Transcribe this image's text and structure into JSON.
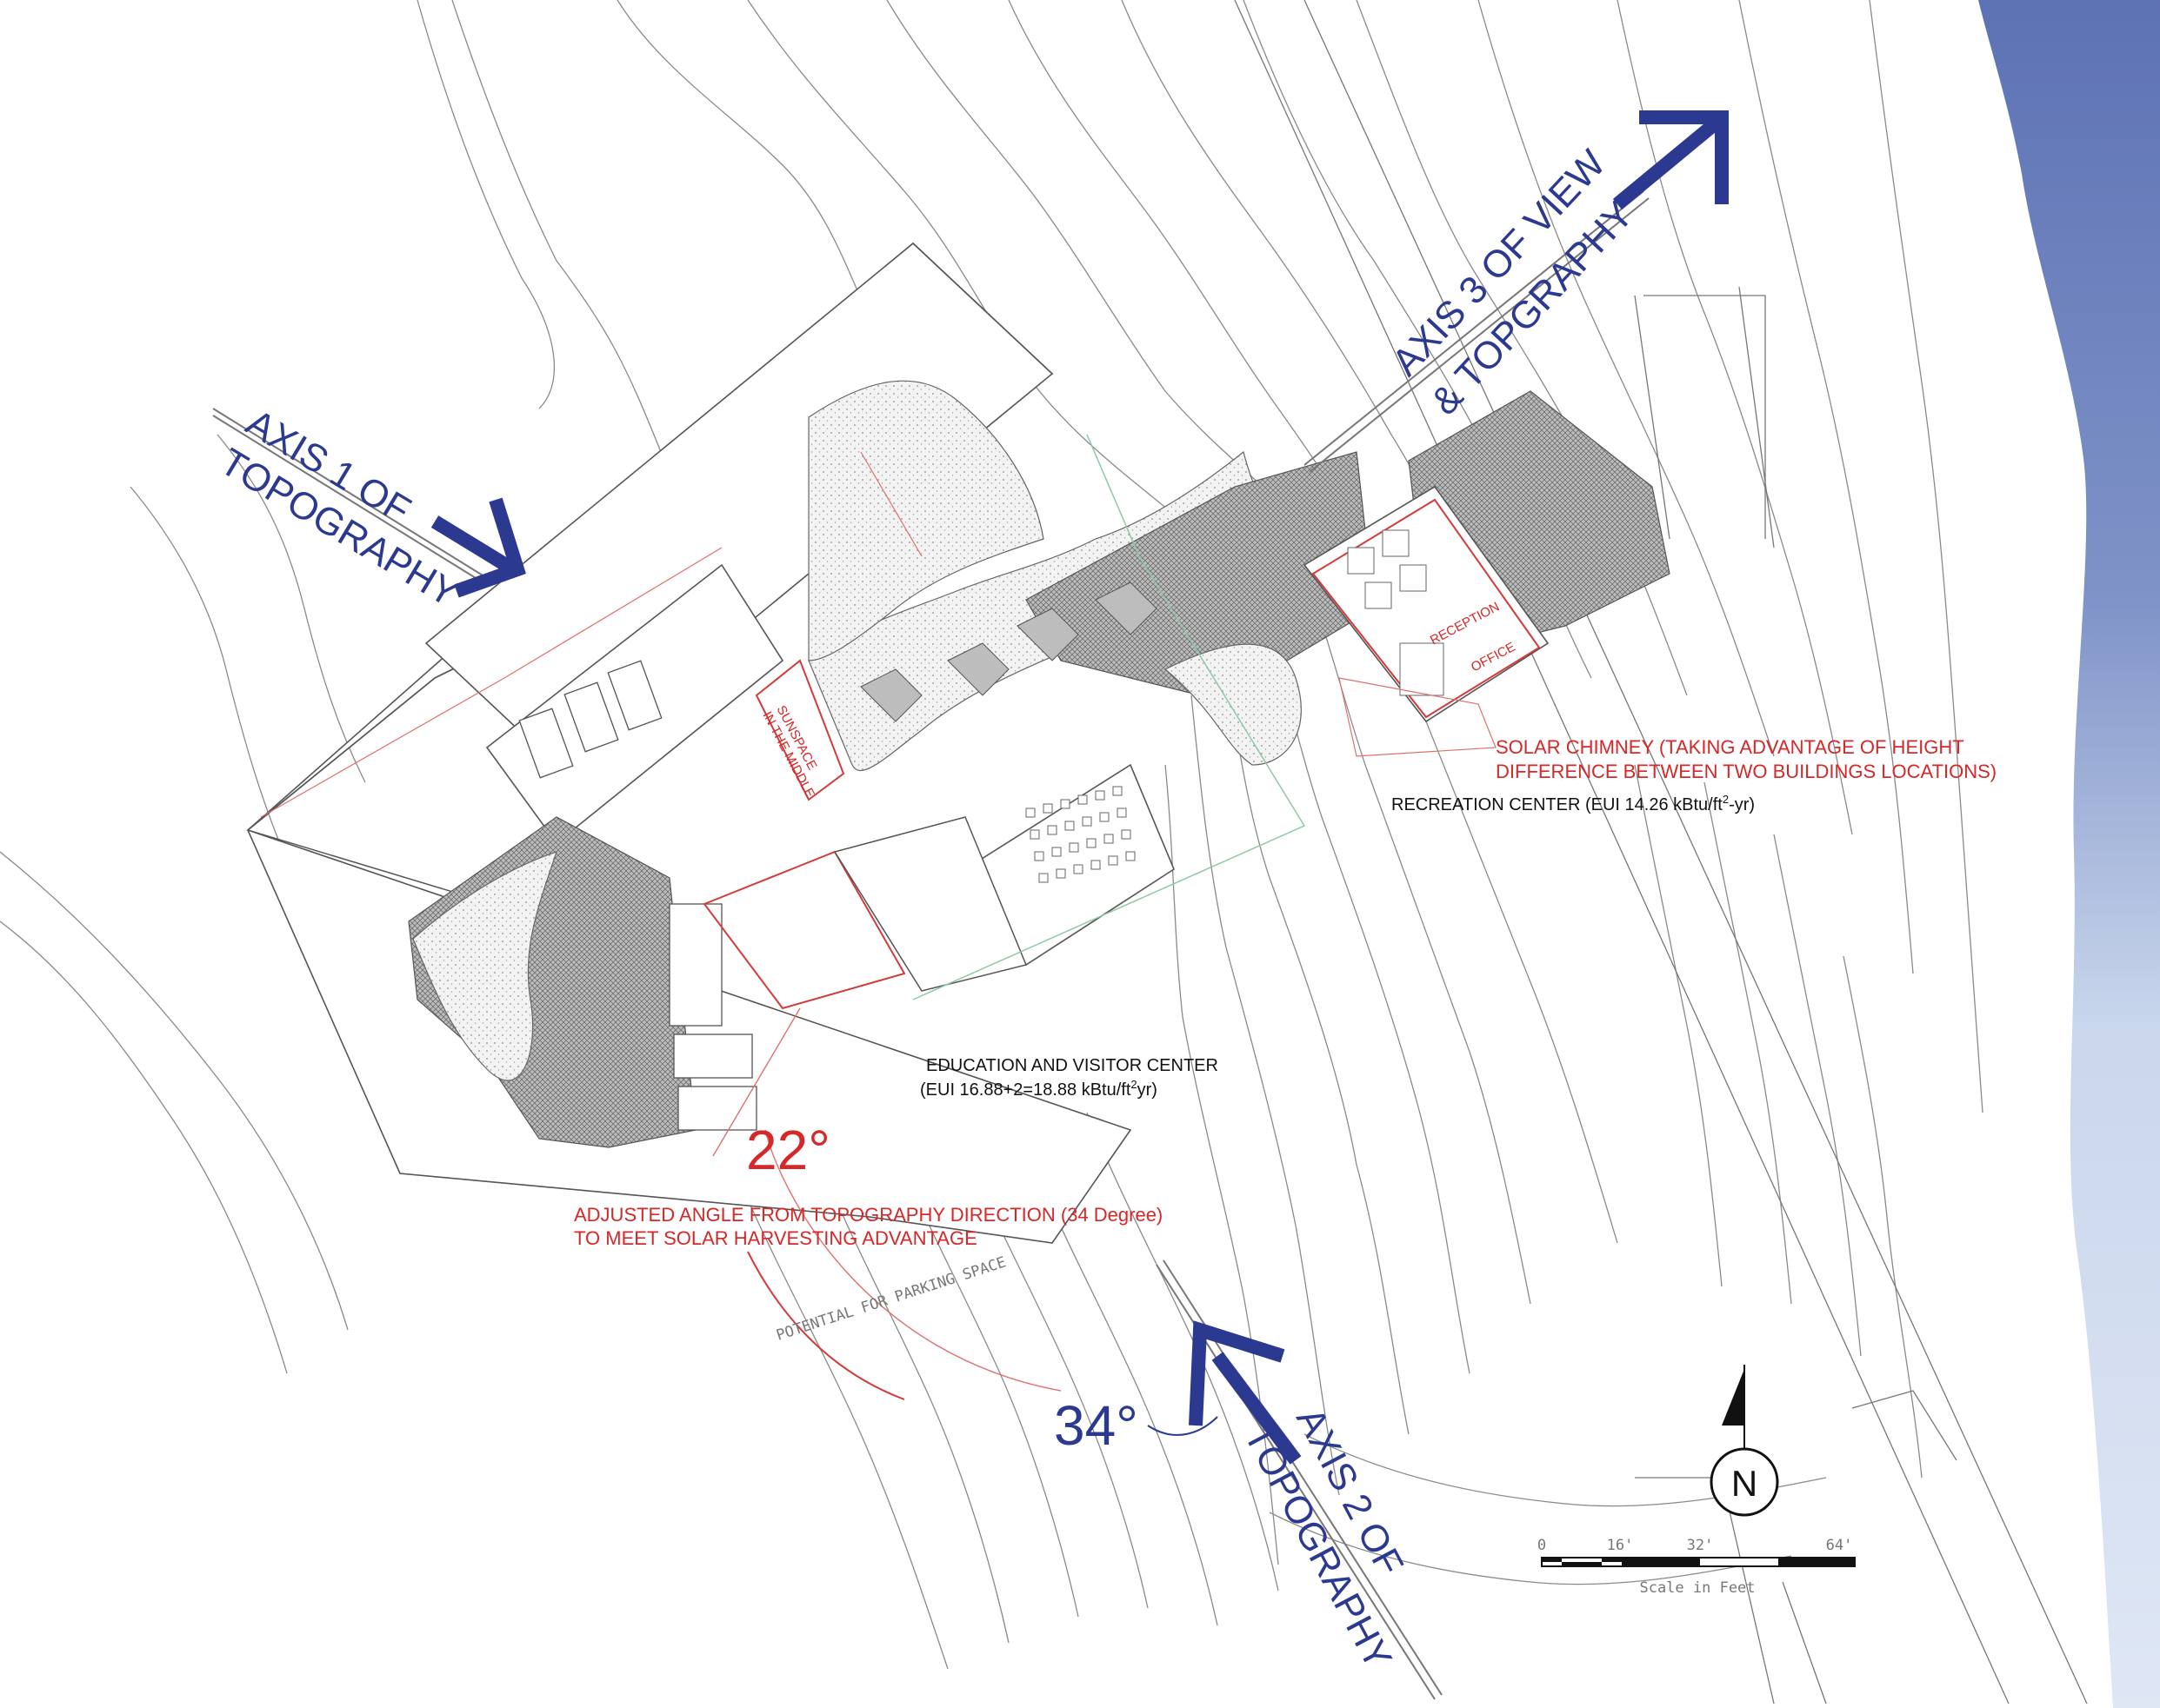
{
  "colors": {
    "axis_blue": "#2b3990",
    "annotation_red": "#d62828",
    "water": "#5d72b4",
    "water_light": "#c9d6ec",
    "line": "#555555"
  },
  "axes": {
    "axis1_line1": "AXIS 1 OF",
    "axis1_line2": "TOPOGRAPHY",
    "axis2_line1": "AXIS 2 OF",
    "axis2_line2": "TOPOGRAPHY",
    "axis3_line1": "AXIS 3 OF VIEW",
    "axis3_line2": "& TOPGRAPHY"
  },
  "angles": {
    "angle_22": "22°",
    "angle_34": "34°"
  },
  "annotations": {
    "adjusted_line1": "ADJUSTED ANGLE FROM TOPOGRAPHY DIRECTION (34 Degree)",
    "adjusted_line2": "TO MEET SOLAR HARVESTING ADVANTAGE",
    "solar_line1": "SOLAR CHIMNEY (TAKING ADVANTAGE OF HEIGHT",
    "solar_line2": "DIFFERENCE BETWEEN TWO BUILDINGS LOCATIONS)",
    "sunspace_line1": "SUNSPACE",
    "sunspace_line2": "IN THE MIDDLE",
    "reception": "RECEPTION",
    "office": "OFFICE",
    "parking": "POTENTIAL FOR PARKING SPACE"
  },
  "buildings": {
    "recreation_prefix": "RECREATION CENTER (EUI 14.26 kBtu/ft",
    "recreation_sup": "2",
    "recreation_suffix": "-yr)",
    "education_title": "EDUCATION AND VISITOR CENTER",
    "education_eui_prefix": "(EUI 16.88+2=18.88 kBtu/ft",
    "education_eui_sup": "2",
    "education_eui_suffix": "yr)"
  },
  "north": {
    "label": "N"
  },
  "scale": {
    "ticks": [
      "0",
      "16'",
      "32'",
      "64'"
    ],
    "label": "Scale in Feet"
  }
}
